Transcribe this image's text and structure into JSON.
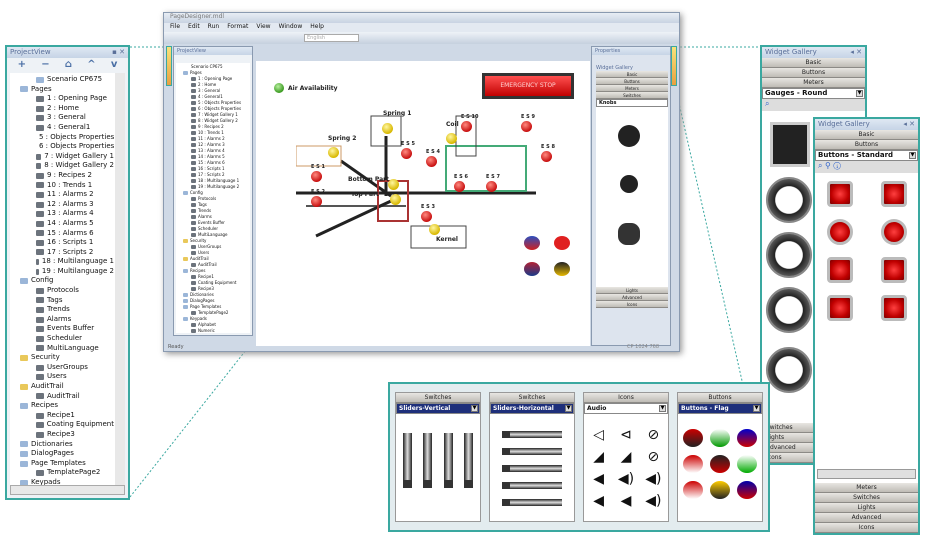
{
  "project_view": {
    "title": "ProjectView",
    "root": "Scenario CP675",
    "items": [
      {
        "label": "Pages",
        "level": 1,
        "type": "folder"
      },
      {
        "label": "1 : Opening Page",
        "level": 2
      },
      {
        "label": "2 : Home",
        "level": 2
      },
      {
        "label": "3 : General",
        "level": 2
      },
      {
        "label": "4 : General1",
        "level": 2
      },
      {
        "label": "5 : Objects Properties",
        "level": 2
      },
      {
        "label": "6 : Objects Properties",
        "level": 2
      },
      {
        "label": "7 : Widget Gallery 1",
        "level": 2
      },
      {
        "label": "8 : Widget Gallery 2",
        "level": 2
      },
      {
        "label": "9 : Recipes 2",
        "level": 2
      },
      {
        "label": "10 : Trends 1",
        "level": 2
      },
      {
        "label": "11 : Alarms 2",
        "level": 2
      },
      {
        "label": "12 : Alarms 3",
        "level": 2
      },
      {
        "label": "13 : Alarms 4",
        "level": 2
      },
      {
        "label": "14 : Alarms 5",
        "level": 2
      },
      {
        "label": "15 : Alarms 6",
        "level": 2
      },
      {
        "label": "16 : Scripts 1",
        "level": 2
      },
      {
        "label": "17 : Scripts 2",
        "level": 2
      },
      {
        "label": "18 : Multilanguage 1",
        "level": 2
      },
      {
        "label": "19 : Multilanguage 2",
        "level": 2
      },
      {
        "label": "Config",
        "level": 1,
        "type": "folder"
      },
      {
        "label": "Protocols",
        "level": 2
      },
      {
        "label": "Tags",
        "level": 2
      },
      {
        "label": "Trends",
        "level": 2
      },
      {
        "label": "Alarms",
        "level": 2
      },
      {
        "label": "Events Buffer",
        "level": 2
      },
      {
        "label": "Scheduler",
        "level": 2
      },
      {
        "label": "MultiLanguage",
        "level": 2
      },
      {
        "label": "Security",
        "level": 1,
        "type": "yfolder"
      },
      {
        "label": "UserGroups",
        "level": 2
      },
      {
        "label": "Users",
        "level": 2
      },
      {
        "label": "AuditTrail",
        "level": 1,
        "type": "yfolder"
      },
      {
        "label": "AuditTrail",
        "level": 2
      },
      {
        "label": "Recipes",
        "level": 1,
        "type": "folder"
      },
      {
        "label": "Recipe1",
        "level": 2
      },
      {
        "label": "Coating Equipment",
        "level": 2
      },
      {
        "label": "Recipe3",
        "level": 2
      },
      {
        "label": "Dictionaries",
        "level": 1,
        "type": "folder"
      },
      {
        "label": "DialogPages",
        "level": 1,
        "type": "folder"
      },
      {
        "label": "Page Templates",
        "level": 1,
        "type": "folder"
      },
      {
        "label": "TemplatePage2",
        "level": 2
      },
      {
        "label": "Keypads",
        "level": 1,
        "type": "folder"
      },
      {
        "label": "Alphabet",
        "level": 2
      },
      {
        "label": "Numeric",
        "level": 2
      }
    ]
  },
  "app": {
    "title": "PageDesigner.mdl",
    "menu": [
      "File",
      "Edit",
      "Run",
      "Format",
      "View",
      "Window",
      "Help"
    ],
    "language": "English",
    "status": "Ready",
    "status_right": "CP 1024 768",
    "canvas": {
      "air": "Air Availability",
      "estop": "EMERGENCY STOP",
      "labels": [
        "Spring 1",
        "Spring 2",
        "Coil",
        "Bottom Part",
        "Top Part",
        "Kernel"
      ],
      "es": [
        "E S 1",
        "E S 2",
        "E S 3",
        "E S 4",
        "E S 5",
        "E S 6",
        "E S 7",
        "E S 8",
        "E S 9",
        "E S 10"
      ]
    },
    "properties": {
      "title": "Properties",
      "gallery": "Widget Gallery",
      "tabs_top": [
        "Basic",
        "Buttons",
        "Meters",
        "Switches"
      ],
      "select": "Knobs",
      "tabs_bottom": [
        "Lights",
        "Advanced",
        "Icons"
      ]
    }
  },
  "gallery1": {
    "title": "Widget Gallery",
    "tabs_top": [
      "Basic",
      "Buttons",
      "Meters"
    ],
    "select": "Gauges - Round",
    "tabs_bottom": [
      "Switches",
      "Lights",
      "Advanced",
      "Icons"
    ]
  },
  "gallery2": {
    "title": "Widget Gallery",
    "tabs_top": [
      "Basic",
      "Buttons"
    ],
    "select": "Buttons - Standard",
    "tabs_bottom": [
      "Meters",
      "Switches",
      "Lights",
      "Advanced",
      "Icons"
    ]
  },
  "strip": [
    {
      "header": "Switches",
      "select": "Sliders-Vertical"
    },
    {
      "header": "Switches",
      "select": "Sliders-Horizontal"
    },
    {
      "header": "Icons",
      "select": "Audio"
    },
    {
      "header": "Buttons",
      "select": "Buttons - Flag"
    }
  ],
  "colors": {
    "accent": "#3aa8a0",
    "dark_select": "#1e2f7a"
  }
}
